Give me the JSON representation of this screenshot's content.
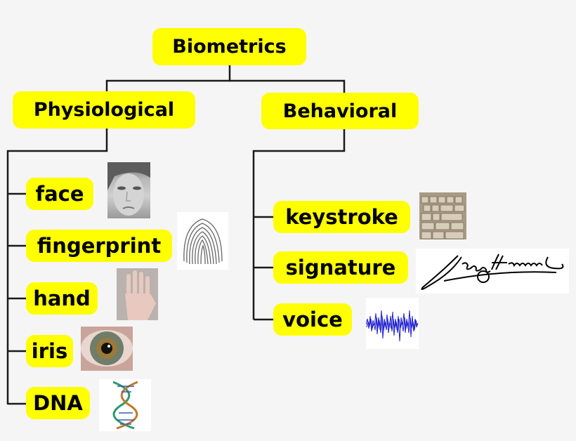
{
  "root": {
    "label": "Biometrics"
  },
  "categories": [
    {
      "label": "Physiological",
      "items": [
        {
          "label": "face",
          "image": "face-photo"
        },
        {
          "label": "fingerprint",
          "image": "fingerprint-image"
        },
        {
          "label": "hand",
          "image": "hand-photo"
        },
        {
          "label": "iris",
          "image": "iris-photo"
        },
        {
          "label": "DNA",
          "image": "dna-helix-image"
        }
      ]
    },
    {
      "label": "Behavioral",
      "items": [
        {
          "label": "keystroke",
          "image": "keyboard-photo"
        },
        {
          "label": "signature",
          "image": "signature-john-hancock"
        },
        {
          "label": "voice",
          "image": "voice-waveform"
        }
      ]
    }
  ],
  "colors": {
    "node_fill": "#ffff00",
    "line": "#1a1a1a",
    "background": "#f5f5f5",
    "waveform": "#1f1fd0"
  }
}
